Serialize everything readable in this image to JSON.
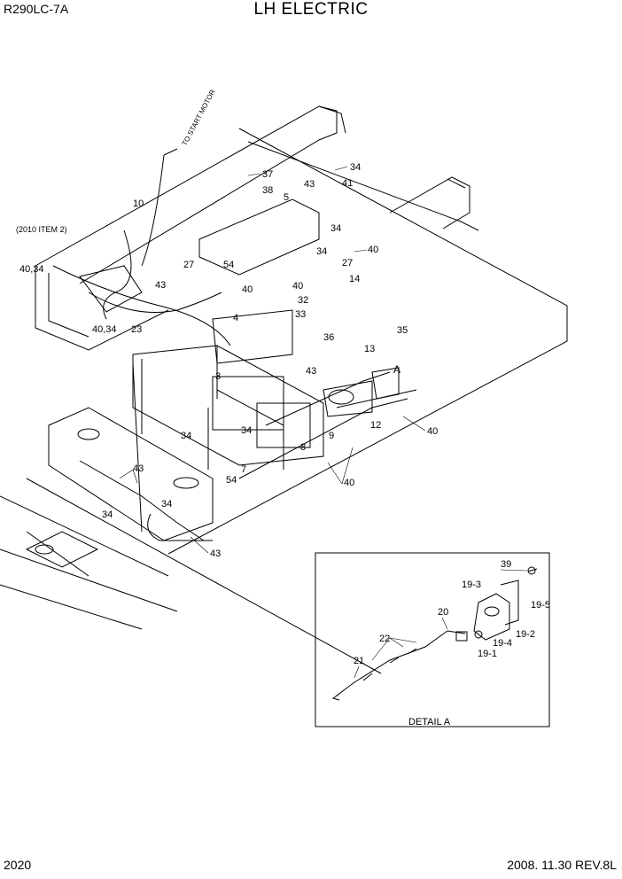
{
  "header": {
    "model": "R290LC-7A",
    "title": "LH ELECTRIC"
  },
  "footer": {
    "page_number": "2020",
    "revision": "2008. 11.30  REV.8L"
  },
  "annotations": {
    "to_start_motor": "TO START MOTOR",
    "ref_item": "(2010 ITEM 2)",
    "detail_label": "DETAIL  A",
    "detail_marker": "A"
  },
  "callouts": [
    "34",
    "37",
    "38",
    "43",
    "41",
    "5",
    "10",
    "34",
    "40",
    "27",
    "34",
    "54",
    "43",
    "40",
    "27",
    "40",
    "14",
    "32",
    "33",
    "40,34",
    "40,34",
    "23",
    "4",
    "36",
    "35",
    "43",
    "13",
    "3",
    "34",
    "34",
    "8",
    "9",
    "12",
    "40",
    "7",
    "54",
    "43",
    "40",
    "34",
    "34",
    "43",
    "39",
    "19-3",
    "19-5",
    "20",
    "22",
    "19-4",
    "19-2",
    "19-1",
    "21"
  ]
}
